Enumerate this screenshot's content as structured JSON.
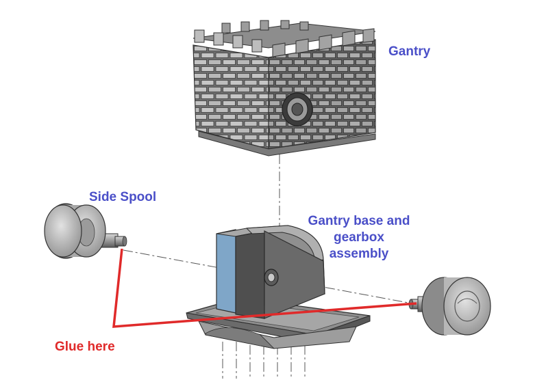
{
  "labels": {
    "gantry": "Gantry",
    "side_spool": "Side Spool",
    "gantry_base_line1": "Gantry base and",
    "gantry_base_line2": "gearbox",
    "gantry_base_line3": "assembly",
    "glue": "Glue here"
  },
  "colors": {
    "label_blue": "#4a4fc8",
    "label_red": "#e02a2a",
    "glue_line": "#e02a2a",
    "part_dark": "#5a5a5a",
    "part_mid": "#8a8a8a",
    "part_light": "#b5b5b5",
    "accent_blue": "#7fa6c8"
  }
}
